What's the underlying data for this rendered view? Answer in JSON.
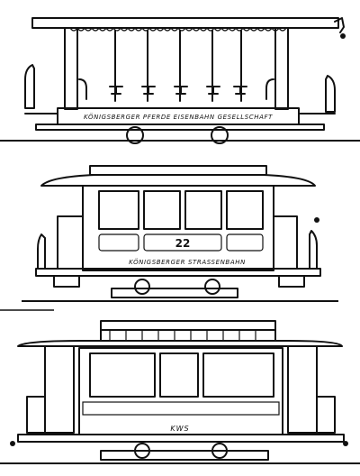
{
  "trams": [
    {
      "lettering": "KÖNIGSBERGER PFERDE EISENBAHN GESELLSCHAFT"
    },
    {
      "lettering": "KÖNIGSBERGER STRASSENBAHN",
      "fleet_number": "22"
    },
    {
      "lettering": "KWS"
    }
  ]
}
